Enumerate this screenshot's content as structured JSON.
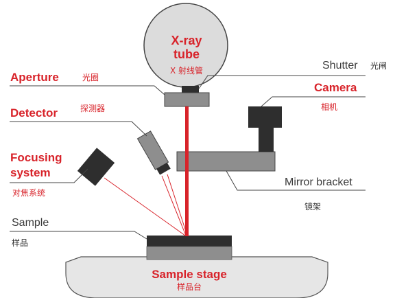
{
  "labels": {
    "xray_title": "X-ray",
    "xray_title2": "tube",
    "xray_cn": "X 射线管",
    "aperture": "Aperture",
    "aperture_cn": "光圈",
    "detector": "Detector",
    "detector_cn": "探测器",
    "focusing_1": "Focusing",
    "focusing_2": "system",
    "focusing_cn": "对焦系统",
    "sample": "Sample",
    "sample_cn": "样品",
    "shutter": "Shutter",
    "shutter_cn": "光闸",
    "camera": "Camera",
    "camera_cn": "相机",
    "mirror_bracket": "Mirror bracket",
    "mirror_bracket_cn": "镜架",
    "sample_stage": "Sample stage",
    "sample_stage_cn": "样品台"
  },
  "colors": {
    "accent_red": "#d8232a",
    "dark_text": "#3a3a3a",
    "part_gray": "#8e8e8e",
    "part_dark": "#2e2e2e",
    "tube_fill": "#dcdcdc",
    "stage_fill": "#e6e6e6"
  }
}
